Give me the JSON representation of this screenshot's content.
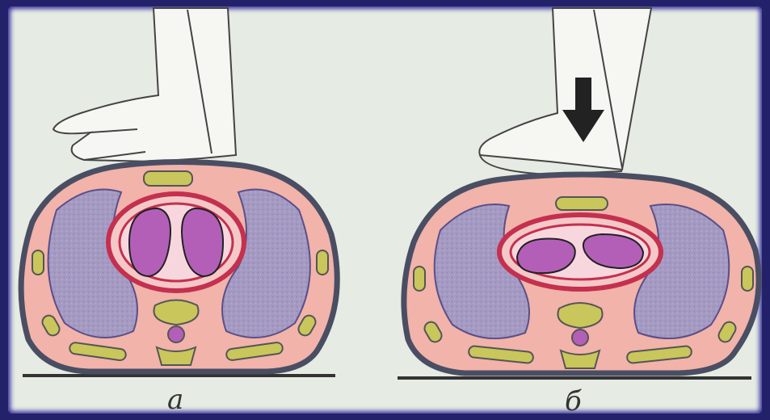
{
  "panels": [
    {
      "label": "а",
      "state": "rest"
    },
    {
      "label": "б",
      "state": "compressed",
      "arrow": "down-arrow"
    }
  ],
  "colors": {
    "background": "#e6ebe3",
    "frame": "#23216a",
    "tissue": "#f1b3aa",
    "outline": "#4a4e63",
    "lung": "#a59ac2",
    "heart_chamber": "#b35fb8",
    "pericardium": "#c4304e",
    "bone": "#c9c65c",
    "skin_line": "#3e3e3e"
  }
}
